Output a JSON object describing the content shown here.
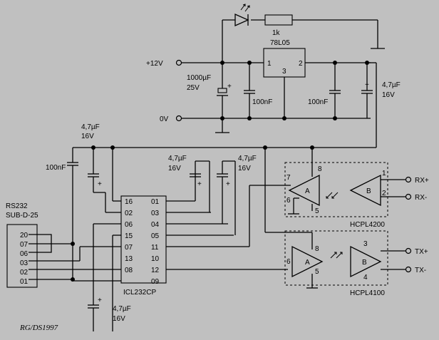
{
  "supply": {
    "v12": "+12V",
    "v0": "0V"
  },
  "regulator": {
    "part": "78L05",
    "pin1": "1",
    "pin2": "2",
    "pin3": "3"
  },
  "resistor": "1k",
  "caps": {
    "c1000": "1000µF",
    "c1000v": "25V",
    "c100a": "100nF",
    "c100b": "100nF",
    "c100c": "100nF",
    "c47_top": "4,7µF",
    "c47_top_v": "16V",
    "c47_left": "4,7µF",
    "c47_left_v": "16V",
    "c47_mid1": "4,7µF",
    "c47_mid1_v": "16V",
    "c47_mid2": "4,7µF",
    "c47_mid2_v": "16V",
    "c47_bot": "4,7µF",
    "c47_bot_v": "16V"
  },
  "plus": "+",
  "rs232": {
    "line1": "RS232",
    "line2": "SUB-D-25",
    "pins": [
      "20",
      "07",
      "06",
      "03",
      "02",
      "01"
    ]
  },
  "icl": {
    "part": "ICL232CP",
    "left_pins": [
      "16",
      "02",
      "06",
      "15",
      "07",
      "13",
      "08"
    ],
    "right_pins": [
      "01",
      "03",
      "04",
      "05",
      "11",
      "10",
      "12",
      "09"
    ]
  },
  "hcpl4200": {
    "part": "HCPL4200",
    "a": "A",
    "b": "B",
    "p8": "8",
    "p7": "7",
    "p6": "6",
    "p5": "5",
    "p1": "1",
    "p2": "2"
  },
  "hcpl4100": {
    "part": "HCPL4100",
    "a": "A",
    "b": "B",
    "p8": "8",
    "p6": "6",
    "p5": "5",
    "p3": "3",
    "p4": "4"
  },
  "terminals": {
    "rxp": "RX+",
    "rxm": "RX-",
    "txp": "TX+",
    "txm": "TX-"
  },
  "signature": "RG/DS1997"
}
